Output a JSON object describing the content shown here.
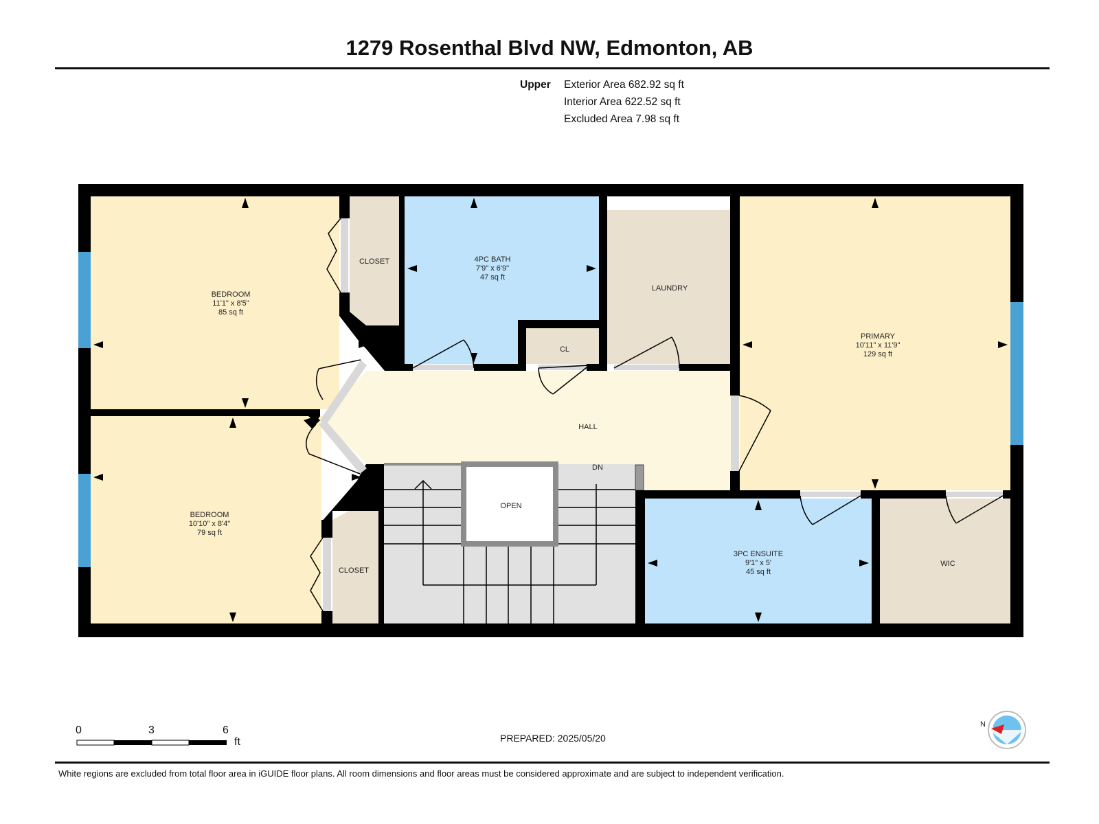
{
  "header": {
    "title": "1279 Rosenthal Blvd NW, Edmonton, AB"
  },
  "areas": {
    "level": "Upper",
    "exterior": "Exterior Area 682.92 sq ft",
    "interior": "Interior Area 622.52 sq ft",
    "excluded": "Excluded Area 7.98 sq ft"
  },
  "rooms": {
    "bedroom_top": {
      "name": "BEDROOM",
      "dims": "11'1\" x 8'5\"",
      "area": "85 sq ft"
    },
    "bedroom_bottom": {
      "name": "BEDROOM",
      "dims": "10'10\" x 8'4\"",
      "area": "79 sq ft"
    },
    "closet_top": {
      "name": "CLOSET"
    },
    "closet_bottom": {
      "name": "CLOSET"
    },
    "bath": {
      "name": "4PC BATH",
      "dims": "7'9\" x 6'9\"",
      "area": "47 sq ft"
    },
    "closet_small": {
      "name": "CL"
    },
    "laundry": {
      "name": "LAUNDRY"
    },
    "primary": {
      "name": "PRIMARY",
      "dims": "10'11\" x 11'9\"",
      "area": "129 sq ft"
    },
    "hall": {
      "name": "HALL"
    },
    "stair_down": {
      "name": "DN"
    },
    "open": {
      "name": "OPEN"
    },
    "ensuite": {
      "name": "3PC ENSUITE",
      "dims": "9'1\" x 5'",
      "area": "45 sq ft"
    },
    "wic": {
      "name": "WIC"
    }
  },
  "scale_bar": {
    "ticks": [
      "0",
      "3",
      "6"
    ],
    "unit": "ft"
  },
  "compass": {
    "label": "N"
  },
  "footer": {
    "prepared": "PREPARED: 2025/05/20",
    "disclaimer": "White regions are excluded from total floor area in iGUIDE floor plans. All room dimensions and floor areas must be considered approximate and are subject to independent verification."
  },
  "colors": {
    "bedroom": "#fdf0c8",
    "closet": "#e9e0cf",
    "bath": "#bfe3fb",
    "hall": "#fef7df",
    "stairs": "#e1e1e1",
    "wall": "#000000",
    "window": "#4aa2d4"
  }
}
